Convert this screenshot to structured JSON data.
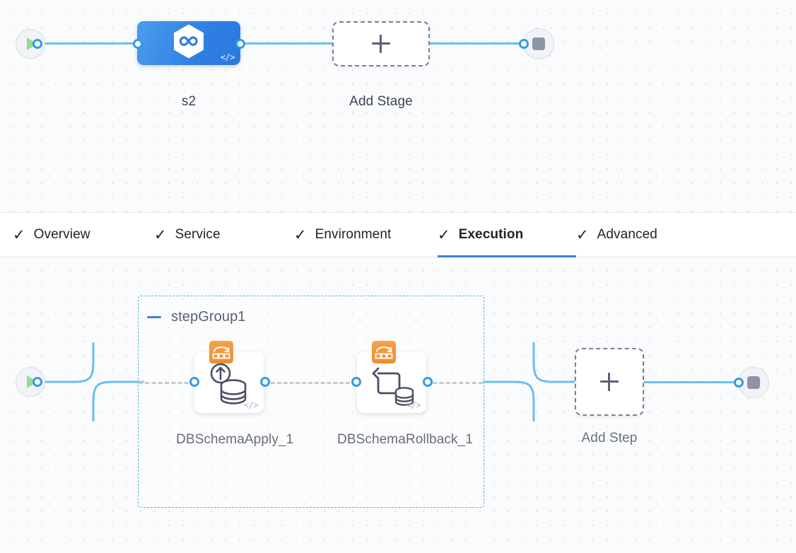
{
  "stage_canvas": {
    "name": "pipeline-stage-canvas",
    "start_node": {
      "icon": "play-icon",
      "title": "Start"
    },
    "end_node": {
      "icon": "stop-icon",
      "title": "End"
    },
    "stage": {
      "label": "s2",
      "icon": "harness-hexagon-infinity-icon",
      "code_icon": "code-brackets-icon"
    },
    "add_stage": {
      "label": "Add Stage",
      "icon": "plus-icon"
    }
  },
  "tabs": {
    "name": "stage-config-tabs",
    "items": [
      {
        "label": "Overview",
        "check": "✓",
        "active": false
      },
      {
        "label": "Service",
        "check": "✓",
        "active": false
      },
      {
        "label": "Environment",
        "check": "✓",
        "active": false
      },
      {
        "label": "Execution",
        "check": "✓",
        "active": true
      },
      {
        "label": "Advanced",
        "check": "✓",
        "active": false
      }
    ],
    "active_color": "#3b7ddd"
  },
  "execution_canvas": {
    "name": "execution-steps-canvas",
    "start_node": {
      "icon": "play-icon",
      "title": "Start"
    },
    "end_node": {
      "icon": "stop-icon",
      "title": "End"
    },
    "step_group": {
      "title": "stepGroup1",
      "collapse_icon": "minus-icon",
      "border_color": "#4ab6e8",
      "steps": [
        {
          "label": "DBSchemaApply_1",
          "icon": "db-schema-apply-icon",
          "badge_icon": "rollback-strategy-badge-icon",
          "code_icon": "code-brackets-icon"
        },
        {
          "label": "DBSchemaRollback_1",
          "icon": "db-schema-rollback-icon",
          "badge_icon": "rollback-strategy-badge-icon",
          "code_icon": "code-brackets-icon"
        }
      ]
    },
    "add_step": {
      "label": "Add Step",
      "icon": "plus-icon"
    }
  }
}
